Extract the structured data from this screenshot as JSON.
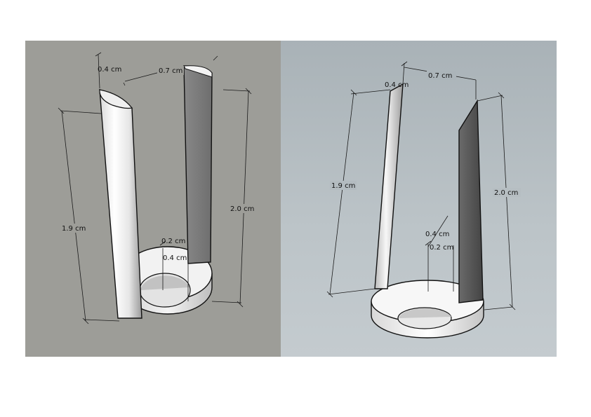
{
  "models": [
    {
      "labels": {
        "thickness": "0.4 cm",
        "gap": "0.7 cm",
        "left_height": "1.9 cm",
        "right_height": "2.0 cm",
        "hole_small": "0.2 cm",
        "hole_large": "0.4 cm"
      }
    },
    {
      "labels": {
        "thickness": "0.4 cm",
        "gap": "0.7 cm",
        "left_height": "1.9 cm",
        "right_height": "2.0 cm",
        "hole_large": "0.4 cm",
        "hole_small": "0.2 cm"
      }
    }
  ],
  "colors": {
    "left_background": "#9d9d98",
    "right_background": "#b7bfc3"
  }
}
